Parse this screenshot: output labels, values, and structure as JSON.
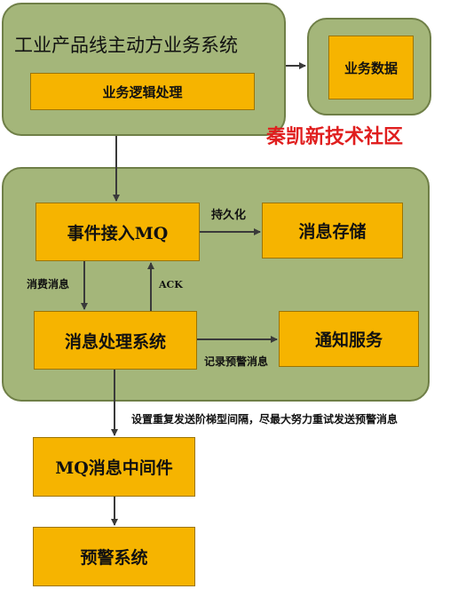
{
  "top_system": {
    "title": "工业产品线主动方业务系统",
    "logic_box": "业务逻辑处理"
  },
  "data_panel": {
    "label": "业务数据"
  },
  "watermark": "秦凯新技术社区",
  "middle": {
    "event_access": "事件接入MQ",
    "message_storage": "消息存储",
    "message_processing": "消息处理系统",
    "notification_service": "通知服务"
  },
  "edge_labels": {
    "persist": "持久化",
    "consume": "消费消息",
    "ack": "ACK",
    "record_alert": "记录预警消息",
    "retry_note": "设置重复发送阶梯型间隔，尽最大努力重试发送预警消息"
  },
  "bottom": {
    "mq_middleware": "MQ消息中间件",
    "alert_system": "预警系统"
  },
  "colors": {
    "panel_fill": "#a4b67a",
    "box_fill": "#f6b400",
    "watermark": "#e01e1e",
    "arrow": "#3a3a3a"
  }
}
